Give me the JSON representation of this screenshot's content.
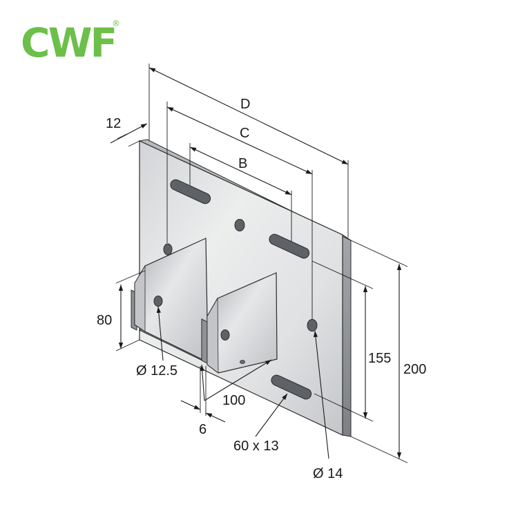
{
  "brand": {
    "name": "CWF",
    "registered_mark": "®",
    "color": "#6cc04a"
  },
  "dimensions": {
    "plate_thickness": "12",
    "span_d": "D",
    "span_c": "C",
    "span_b": "B",
    "bracket_height": "80",
    "bracket_hole": "Ø 12.5",
    "bracket_gap": "100",
    "bracket_thickness": "6",
    "slot_size": "60 x 13",
    "plate_hole": "Ø 14",
    "slot_spacing": "155",
    "plate_height": "200"
  },
  "colors": {
    "metal_light": "#e4e5e7",
    "metal_mid": "#c9cbce",
    "metal_dark": "#8f9296",
    "outline": "#2a2a2a",
    "ink": "#1a1a1a"
  }
}
